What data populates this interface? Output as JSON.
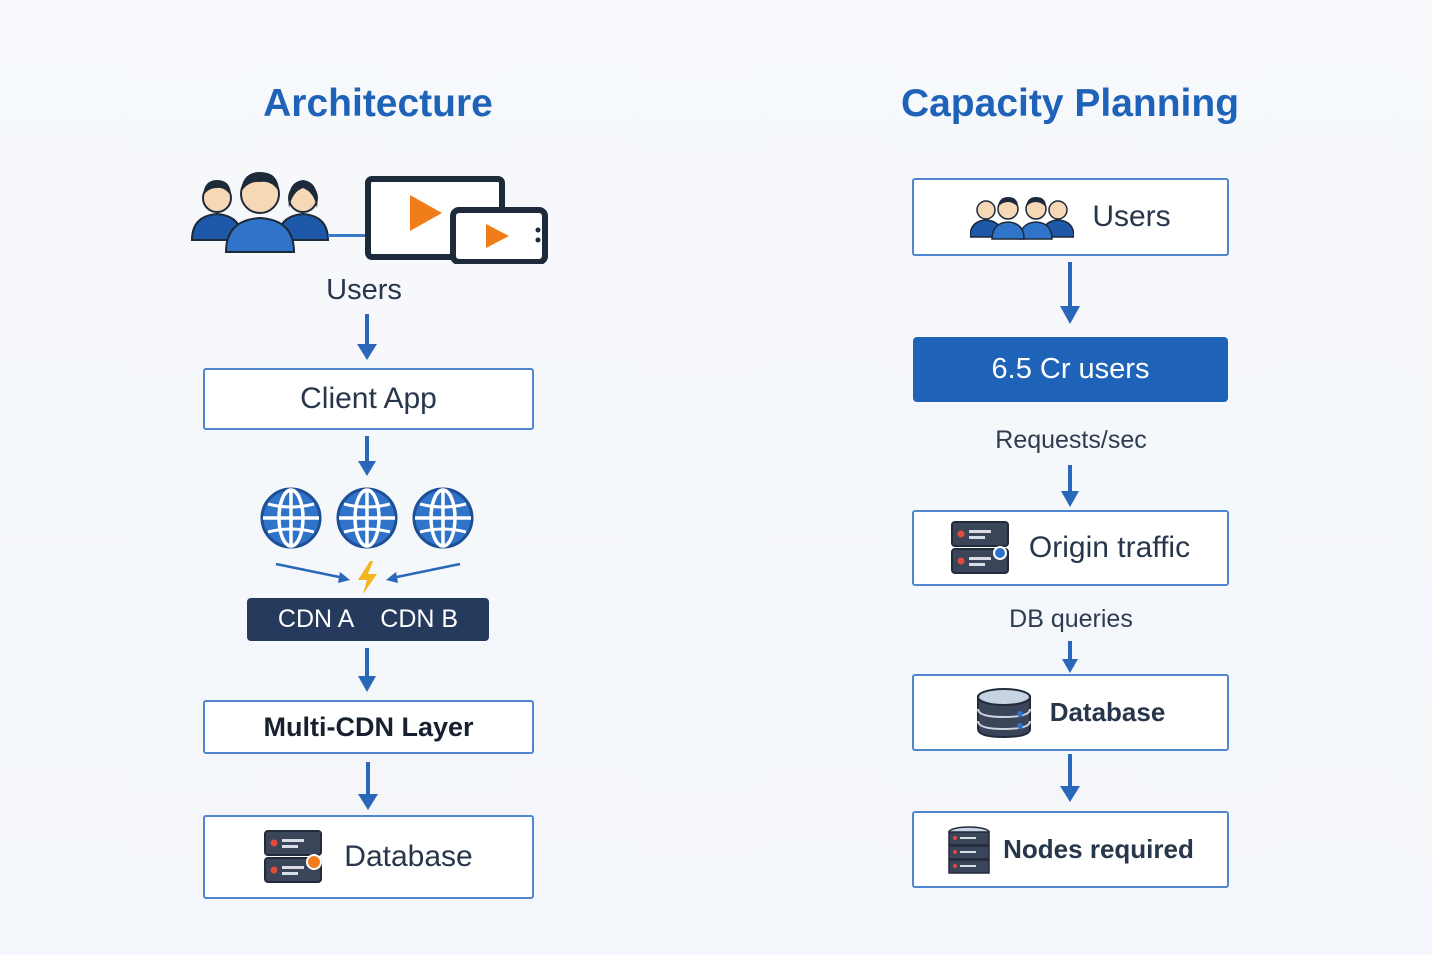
{
  "architecture": {
    "title": "Architecture",
    "users_label": "Users",
    "client_app": "Client App",
    "cdn_a": "CDN A",
    "cdn_b": "CDN B",
    "multi_cdn": "Multi-CDN Layer",
    "database": "Database"
  },
  "capacity": {
    "title": "Capacity Planning",
    "users": "Users",
    "users_count": "6.5 Cr users",
    "requests": "Requests/sec",
    "origin": "Origin traffic",
    "db_queries": "DB queries",
    "database": "Database",
    "nodes": "Nodes required"
  },
  "colors": {
    "accent_blue": "#1f63b8",
    "border_blue": "#4f86cf",
    "dark_navy": "#253a5c",
    "play_orange": "#f07d1a",
    "lightning_yellow": "#f2b51c"
  },
  "icons": [
    "users-group-icon",
    "devices-play-icon",
    "globe-icon",
    "lightning-icon",
    "server-icon",
    "database-cylinder-icon"
  ]
}
